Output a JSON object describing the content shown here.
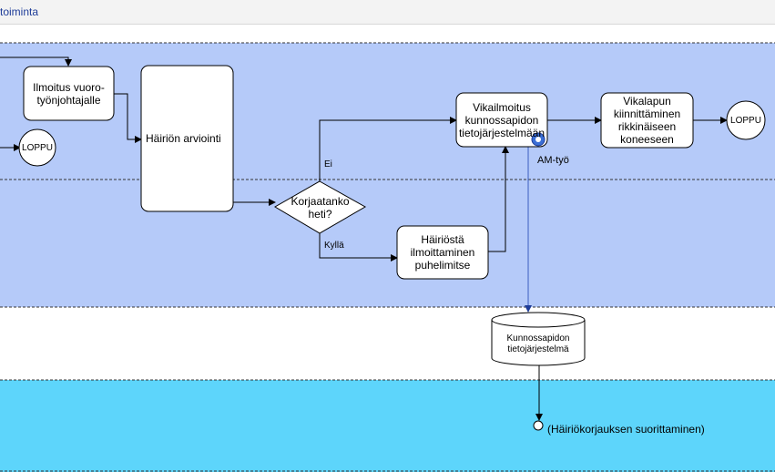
{
  "tab": {
    "title": "toiminta"
  },
  "colors": {
    "lane_blue": "#b5caf9",
    "lane_white": "#ffffff",
    "lane_cyan": "#5dd5fb",
    "shape_fill": "#ffffff",
    "line": "#000000",
    "message_line": "#3b5fbf"
  },
  "shapes": {
    "ilmoitus": "Ilmoitus vuoro-\ntyönjohtajalle",
    "arviointi": "Häiriön arviointi",
    "loppu_left": "LOPPU",
    "korjaatanko": "Korjaatanko\nheti?",
    "vikailmoitus": "Vikailmoitus\nkunnossapidon\ntietojärjestelmään",
    "hairiosta": "Häiriöstä\nilmoittaminen\npuhelimitse",
    "vikalapun": "Vikalapun\nkiinnittäminen\nrikkinäiseen\nkoneeseen",
    "loppu_right": "LOPPU",
    "database": "Kunnossapidon\ntietojärjestelmä"
  },
  "edge_labels": {
    "ei": "Ei",
    "kylla": "Kyllä",
    "am_tyo": "AM-työ"
  },
  "end_event": {
    "label": "(Häiriökorjauksen suorittaminen)"
  }
}
